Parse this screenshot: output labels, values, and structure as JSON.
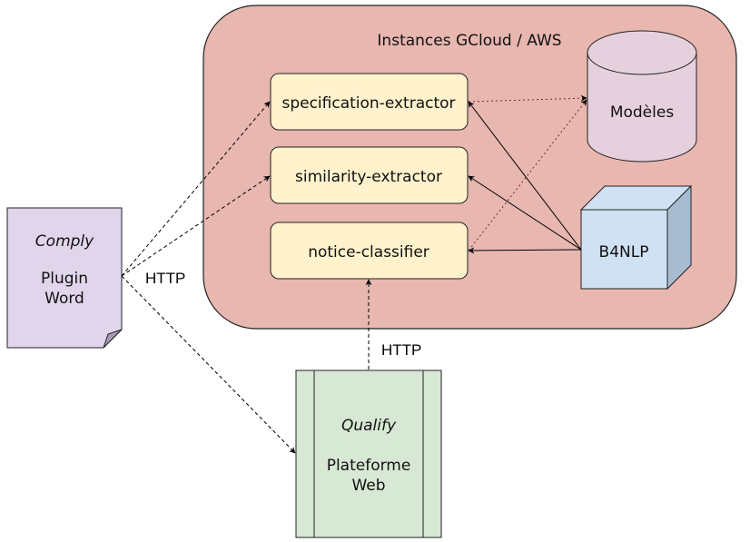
{
  "cloud": {
    "title": "Instances GCloud / AWS",
    "fill": "#e8b7b0"
  },
  "services": [
    {
      "label": "specification-extractor"
    },
    {
      "label": "similarity-extractor"
    },
    {
      "label": "notice-classifier"
    }
  ],
  "models": {
    "label": "Modèles"
  },
  "b4nlp": {
    "label": "B4NLP"
  },
  "comply": {
    "title": "Comply",
    "line1": "Plugin",
    "line2": "Word"
  },
  "qualify": {
    "title": "Qualify",
    "line1": "Plateforme",
    "line2": "Web"
  },
  "edge_labels": {
    "comply_http": "HTTP",
    "qualify_http": "HTTP"
  },
  "colors": {
    "service_fill": "#fff2cc",
    "models_fill": "#e6d0de",
    "b4nlp_fill": "#cfe1f3",
    "comply_fill": "#e0d5eb",
    "qualify_fill": "#d7e8d4"
  }
}
